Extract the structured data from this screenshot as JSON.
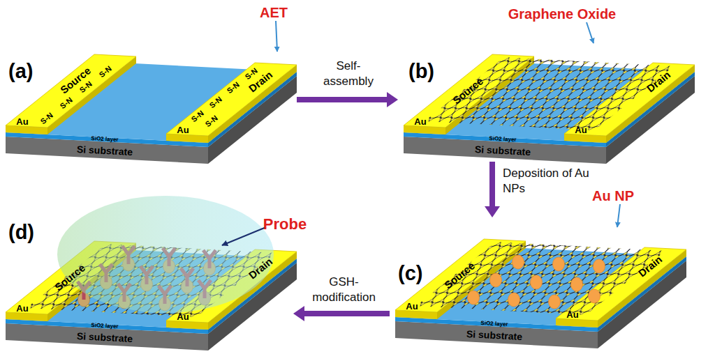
{
  "diagram": {
    "nodes": [
      {
        "text": [
          "(a)"
        ]
      },
      {
        "text": [
          "(b)"
        ]
      },
      {
        "text": [
          "(c)"
        ]
      },
      {
        "text": [
          "(d)"
        ]
      }
    ],
    "edges": [
      {
        "from": 0,
        "to": 1,
        "arrow": "to",
        "label": "Self-assembly"
      },
      {
        "from": 1,
        "to": 2,
        "arrow": "to",
        "label": "Deposition of Au NPs"
      },
      {
        "from": 2,
        "to": 3,
        "arrow": "to",
        "label": "GSH-modification"
      }
    ],
    "labels": [
      "AET",
      "Source",
      "S-N",
      "S-N",
      "S-N",
      "S-N",
      "Au",
      "Drain",
      "S-N",
      "S-N",
      "S-N",
      "S-N",
      "S-N",
      "Au",
      "SiO2 layer",
      "Si substrate",
      "Graphene Oxide",
      "Source",
      "Drain",
      "Au",
      "Au",
      "SiO2 layer",
      "Si substrate",
      "Au NP",
      "Source",
      "Drain",
      "Au",
      "Au",
      "SiO2 layer",
      "Si substrate",
      "Probe",
      "Source",
      "Drain",
      "Au",
      "Au",
      "SiO2 layer",
      "Si substrate"
    ]
  }
}
